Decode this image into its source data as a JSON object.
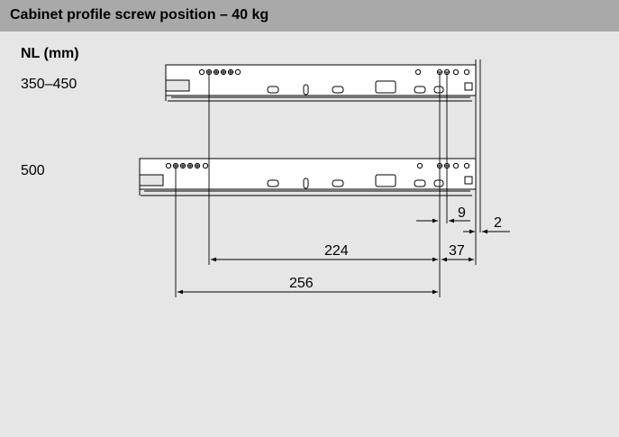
{
  "title": "Cabinet profile screw position – 40 kg",
  "column_header": "NL (mm)",
  "rows": [
    {
      "label": "350–450"
    },
    {
      "label": "500"
    }
  ],
  "dimensions": {
    "d9": "9",
    "d2": "2",
    "d224": "224",
    "d37": "37",
    "d256": "256"
  }
}
